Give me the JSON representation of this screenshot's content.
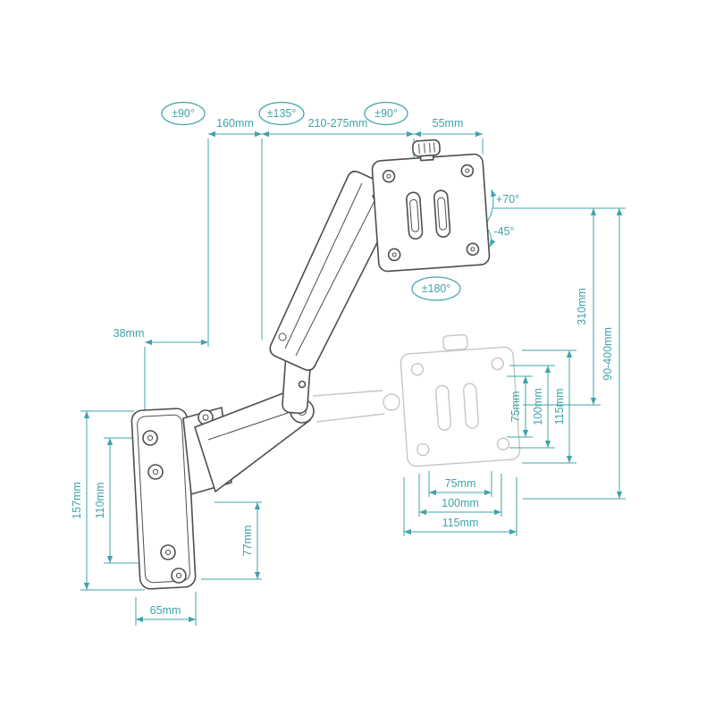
{
  "diagram": {
    "type": "technical-dimension-drawing",
    "subject": "Gas-spring articulating monitor wall mount arm with VESA plate",
    "colors": {
      "outline": "#4f4f4f",
      "dimension": "#3fa4a9",
      "ghost": "#c6c6c6",
      "background": "#ffffff"
    },
    "labels": {
      "swivel_wall": "±90°",
      "arm_length_1": "160mm",
      "swivel_elbow": "±135°",
      "arm_length_2": "210-275mm",
      "swivel_head": "±90°",
      "head_depth": "55mm",
      "tilt_up": "+70°",
      "tilt_down": "-45°",
      "rotation": "±180°",
      "height_adjust": "310mm",
      "height_range": "90-400mm",
      "vesa_vertical_75": "75mm",
      "vesa_vertical_100": "100mm",
      "vesa_vertical_115": "115mm",
      "pivot_offset": "38mm",
      "plate_height": "157mm",
      "hole_spacing": "110mm",
      "arm_drop": "77mm",
      "plate_width": "65mm",
      "vesa_horizontal_75": "75mm",
      "vesa_horizontal_100": "100mm",
      "vesa_horizontal_115": "115mm"
    }
  }
}
